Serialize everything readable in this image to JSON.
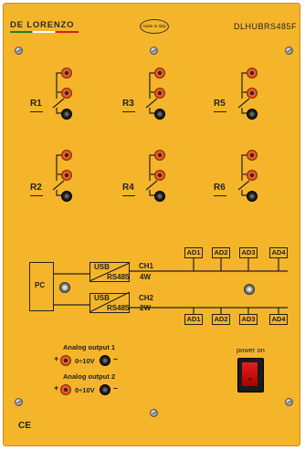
{
  "panel": {
    "brand": "DE LORENZO",
    "made_in": "made in Italy",
    "model": "DLHUBRS485F"
  },
  "relays": [
    {
      "label": "R1"
    },
    {
      "label": "R3"
    },
    {
      "label": "R5"
    },
    {
      "label": "R2"
    },
    {
      "label": "R4"
    },
    {
      "label": "R6"
    }
  ],
  "interface": {
    "pc_label": "PC",
    "converter1": {
      "usb": "USB",
      "rs": "RS485",
      "channel": "CH1",
      "wires": "4W"
    },
    "converter2": {
      "usb": "USB",
      "rs": "RS485",
      "channel": "CH2",
      "wires": "2W"
    },
    "ad_top": [
      "AD1",
      "AD2",
      "AD3",
      "AD4"
    ],
    "ad_bottom": [
      "AD1",
      "AD2",
      "AD3",
      "AD4"
    ]
  },
  "analog": {
    "out1_label": "Analog output 1",
    "out2_label": "Analog output 2",
    "plus": "+",
    "minus": "–",
    "range1": "0÷10V",
    "range2": "0÷10V"
  },
  "power": {
    "label": "power on"
  },
  "certification": "CE",
  "colors": {
    "panel": "#f5b52a",
    "jack_red": "#e0501a",
    "jack_black": "#1a1a1a",
    "switch": "#d01818"
  }
}
